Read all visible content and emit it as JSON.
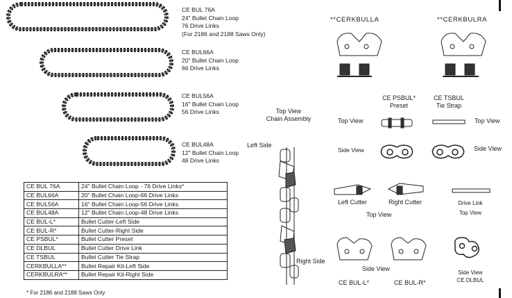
{
  "chain_loops": [
    {
      "lines": [
        "CE BUL 76A",
        "24\" Bullet Chain Loop",
        "76 Drive Links",
        "(For 2186 and 2188 Saws Only)"
      ]
    },
    {
      "lines": [
        "CE BUL66A",
        "20\" Bullet Chain Loop",
        "66 Drive Links"
      ]
    },
    {
      "lines": [
        "CE BUL56A",
        "16\" Bullet Chain Loop",
        "56 Drive Links"
      ]
    },
    {
      "lines": [
        "CE BUL48A",
        "12\" Bullet Chain Loop",
        "48 Drive Links"
      ]
    }
  ],
  "parts_table": [
    [
      "CE BUL 76A",
      "24\" Bullet Chain Loop - 76 Drive Links*"
    ],
    [
      "CE BUL66A",
      "20\" Bullet Chain Loop-66 Drive Links"
    ],
    [
      "CE BUL56A",
      "16\" Bullet Chain Loop-56 Drive Links"
    ],
    [
      "CE BUL48A",
      "12\" Bullet Chain Loop-48 Drive Links"
    ],
    [
      "CE BUL-L*",
      "Bullet Cutter-Left Side"
    ],
    [
      "CE BUL-R*",
      "Bullet Cutter-Right Side"
    ],
    [
      "CE PSBUL*",
      "Bullet Cutter Preset"
    ],
    [
      "CE DLBUL",
      "Bullet Cutter Drive Link"
    ],
    [
      "CE TSBUL",
      "Bullet Cutter Tie Strap"
    ],
    [
      "CERKBULLA**",
      "Bullet Repair Kit-Left Side"
    ],
    [
      "CERKBULRA**",
      "Bullet Repair Kit-Right Side"
    ]
  ],
  "table_footnote": "* For 2186 and 2188 Saws Only",
  "assembly": {
    "title_1": "Top View",
    "title_2": "Chain Assembly",
    "left_side": "Left Side",
    "right_side": "Right Side"
  },
  "repair_kits": {
    "left": "**CERKBULLA",
    "right": "**CERKBULRA"
  },
  "preset": {
    "sku": "CE PSBUL*",
    "name": "Preset"
  },
  "tie_strap": {
    "sku": "CE TSBUL",
    "name": "Tie Strap"
  },
  "views": {
    "top_view": "Top View",
    "side_view": "Side View"
  },
  "cutters": {
    "left_cutter": "Left Cutter",
    "right_cutter": "Right Cutter",
    "left_sku": "CE BUL-L*",
    "right_sku": "CE BUL-R*"
  },
  "drive_link": {
    "title": "Drive Link",
    "sku": "CE DLBUL"
  }
}
